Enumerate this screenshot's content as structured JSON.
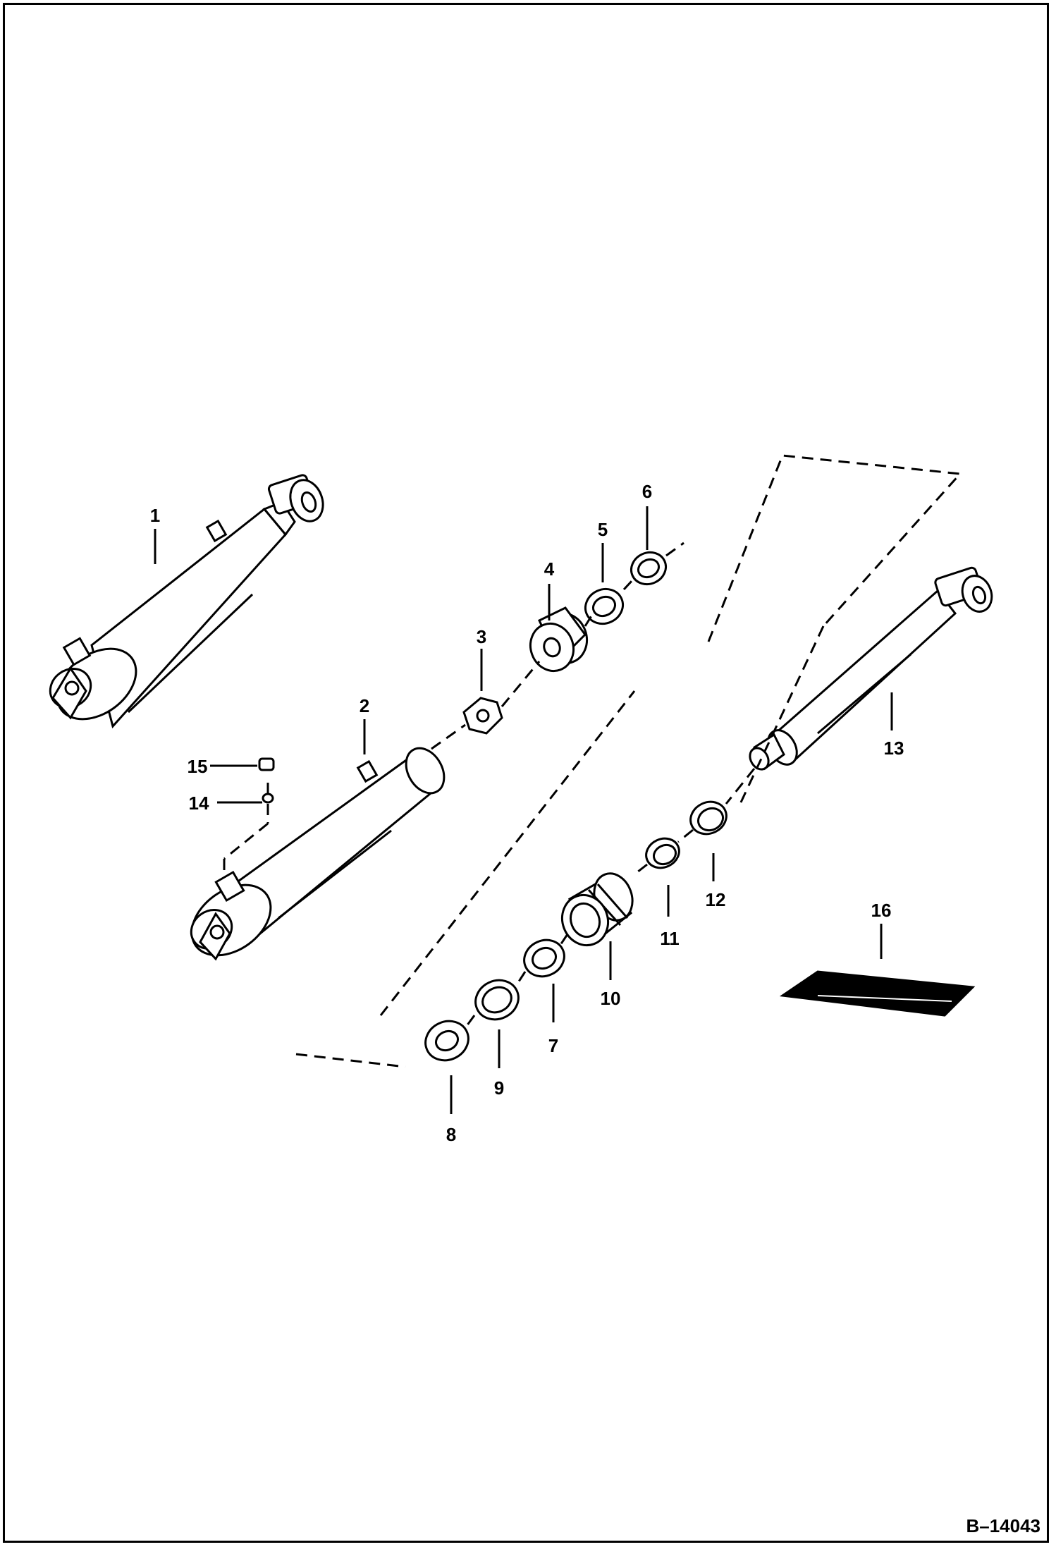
{
  "diagram": {
    "drawing_id": "B–14043",
    "callouts": [
      "1",
      "2",
      "3",
      "4",
      "5",
      "6",
      "7",
      "8",
      "9",
      "10",
      "11",
      "12",
      "13",
      "14",
      "15",
      "16"
    ],
    "colors": {
      "ink": "#000000",
      "paper": "#ffffff"
    }
  }
}
